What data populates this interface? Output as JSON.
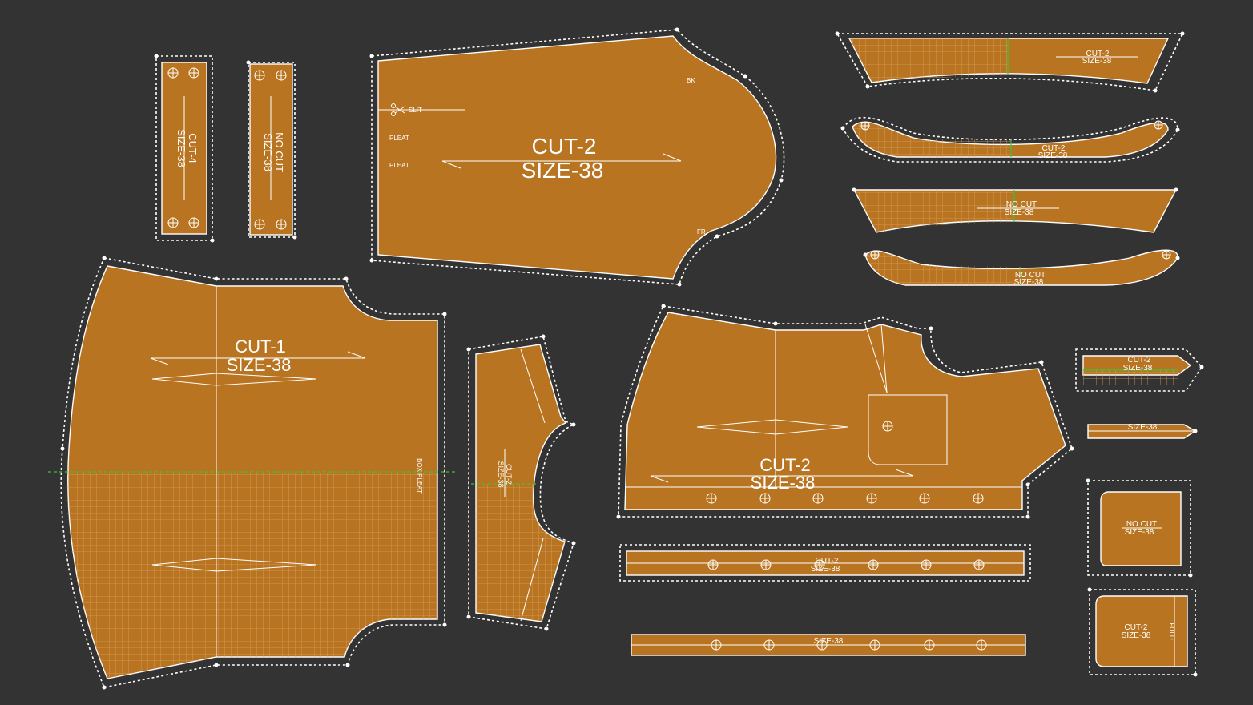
{
  "colors": {
    "background": "#333333",
    "fabric": "#b87420",
    "grid": "#d8a060",
    "line": "#ffffff",
    "fold_line": "#3cc23c"
  },
  "pieces": {
    "strap_a": {
      "cut": "CUT-4",
      "size": "SIZE-38"
    },
    "strap_b": {
      "cut": "NO CUT",
      "size": "SIZE-38"
    },
    "sleeve": {
      "cut": "CUT-2",
      "size": "SIZE-38",
      "marks": [
        "SLIT",
        "PLEAT",
        "PLEAT",
        "BK",
        "FR"
      ]
    },
    "back": {
      "cut": "CUT-1",
      "size": "SIZE-38",
      "box_pleat": "BOX PLEAT"
    },
    "yoke": {
      "cut": "CUT-2",
      "size": "SIZE-38"
    },
    "front": {
      "cut": "CUT-2",
      "size": "SIZE-38"
    },
    "band_front": {
      "cut": "CUT-2",
      "size": "SIZE-38"
    },
    "band_bottom": {
      "size": "SIZE-38"
    },
    "collar_stand_1": {
      "cut": "CUT-2",
      "size": "SIZE-38"
    },
    "collar_1": {
      "cut": "CUT-2",
      "size": "SIZE-38"
    },
    "collar_stand_2": {
      "cut": "NO CUT",
      "size": "SIZE-38"
    },
    "collar_2": {
      "cut": "NO CUT",
      "size": "SIZE-38"
    },
    "cuff_tab": {
      "cut": "CUT-2",
      "size": "SIZE-38"
    },
    "placket": {
      "size": "SIZE-38"
    },
    "pocket_a": {
      "cut": "NO CUT",
      "size": "SIZE-38"
    },
    "pocket_b": {
      "cut": "CUT-2",
      "size": "SIZE-38",
      "fold": "FOLD"
    }
  }
}
